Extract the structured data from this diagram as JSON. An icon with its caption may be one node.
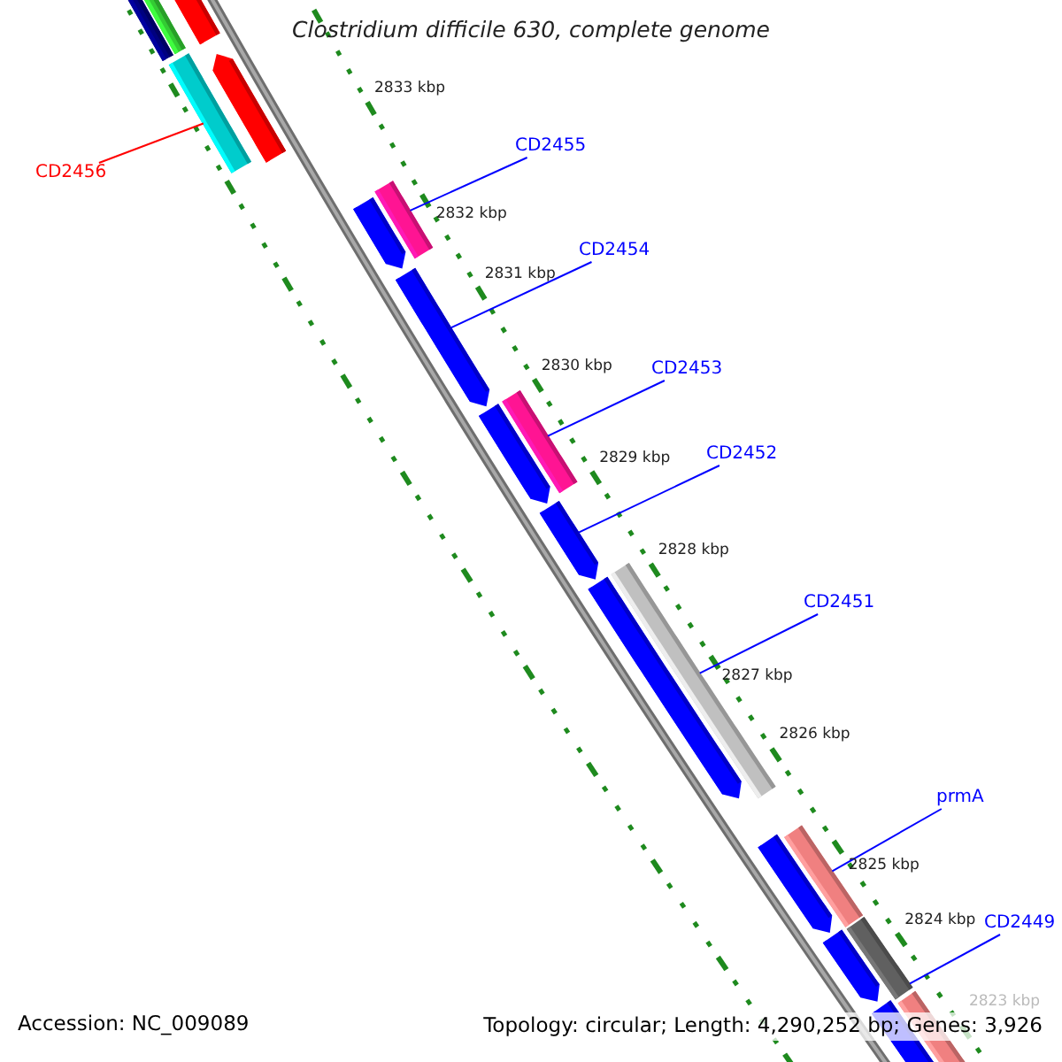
{
  "diagram": {
    "title": "Clostridium difficile 630, complete genome",
    "nodes": [
      {
        "text": [
          "CD2456"
        ]
      },
      {
        "text": [
          "CD2455"
        ]
      },
      {
        "text": [
          "CD2454"
        ]
      },
      {
        "text": [
          "CD2453"
        ]
      },
      {
        "text": [
          "CD2452"
        ]
      },
      {
        "text": [
          "CD2451"
        ]
      },
      {
        "text": [
          "prmA"
        ]
      },
      {
        "text": [
          "CD2449"
        ]
      },
      {
        "text": [],
        "shape": "bar"
      },
      {
        "text": [],
        "shape": "bar"
      },
      {
        "text": [],
        "shape": "bar"
      },
      {
        "text": [],
        "shape": "bar"
      },
      {
        "text": [],
        "shape": "bar"
      },
      {
        "text": [],
        "shape": "bar"
      },
      {
        "text": [],
        "shape": "bar"
      },
      {
        "text": [],
        "shape": "bar"
      }
    ],
    "edges": [
      {
        "from": 0,
        "to": 8,
        "arrow": "none",
        "color": "#ff0000"
      },
      {
        "from": 1,
        "to": 9,
        "arrow": "none"
      },
      {
        "from": 2,
        "to": 10,
        "arrow": "none"
      },
      {
        "from": 3,
        "to": 11,
        "arrow": "none"
      },
      {
        "from": 4,
        "to": 12,
        "arrow": "none"
      },
      {
        "from": 5,
        "to": 13,
        "arrow": "none"
      },
      {
        "from": 6,
        "to": 14,
        "arrow": "none"
      },
      {
        "from": 7,
        "to": 15,
        "arrow": "none"
      }
    ],
    "labels": [
      "2833 kbp",
      "2832 kbp",
      "2831 kbp",
      "2830 kbp",
      "2829 kbp",
      "2828 kbp",
      "2827 kbp",
      "2826 kbp",
      "2825 kbp",
      "2824 kbp",
      "2823 kbp",
      "Accession: NC_009089",
      "Topology: circular; Length: 4,290,252 bp; Genes: 3,926"
    ]
  }
}
